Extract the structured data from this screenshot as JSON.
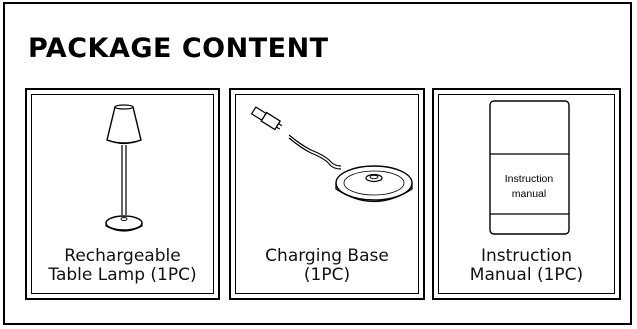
{
  "title": "PACKAGE CONTENT",
  "items": [
    {
      "line1": "Rechargeable",
      "line2": "Table Lamp (1PC)",
      "icon": "table-lamp-icon"
    },
    {
      "line1": "Charging Base",
      "line2": "(1PC)",
      "icon": "charging-base-icon"
    },
    {
      "line1": "Instruction",
      "line2": "Manual (1PC)",
      "icon": "instruction-manual-icon",
      "manual_text_1": "Instruction",
      "manual_text_2": "manual"
    }
  ]
}
